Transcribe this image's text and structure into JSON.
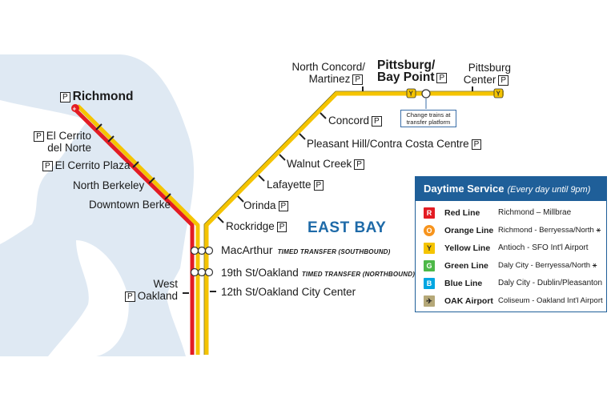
{
  "colors": {
    "red_line": "#e31c23",
    "yellow_line": "#f5c400",
    "water": "#dfe9f3",
    "brand_blue": "#1f5f99"
  },
  "stations": {
    "richmond": "Richmond",
    "el_cerrito_del_norte": [
      "El Cerrito",
      "del Norte"
    ],
    "el_cerrito_plaza": "El Cerrito Plaza",
    "north_berkeley": "North Berkeley",
    "downtown_berkeley": "Downtown Berke",
    "north_concord": [
      "North Concord/",
      "Martinez"
    ],
    "pittsburg_bay_point": [
      "Pittsburg/",
      "Bay Point"
    ],
    "pittsburg_center": [
      "Pittsburg",
      "Center"
    ],
    "concord": "Concord",
    "pleasant_hill": "Pleasant Hill/Contra Costa Centre",
    "walnut_creek": "Walnut Creek",
    "lafayette": "Lafayette",
    "orinda": "Orinda",
    "rockridge": "Rockridge",
    "macarthur": "MacArthur",
    "macarthur_transfer": "TIMED TRANSFER (SOUTHBOUND)",
    "nineteenth_st": "19th St/Oakland",
    "nineteenth_transfer": "TIMED TRANSFER (NORTHBOUND)",
    "twelfth_st": "12th St/Oakland City Center",
    "west_oakland": [
      "West",
      "Oakland"
    ]
  },
  "parking_symbol": "P",
  "region_label": "EAST BAY",
  "transfer_note": [
    "Change trains at",
    "transfer platform"
  ],
  "legend": {
    "title": "Daytime Service",
    "subtitle": "(Every day until 9pm)",
    "rows": [
      {
        "badge": "R",
        "name": "Red Line",
        "route": "Richmond – Millbrae",
        "color": "#e31c23"
      },
      {
        "badge": "O",
        "name": "Orange Line",
        "route": "Richmond - Berryessa/North ⚹",
        "color": "#f7941d"
      },
      {
        "badge": "Y",
        "name": "Yellow Line",
        "route": "Antioch - SFO Int'l Airport",
        "color": "#f5c400"
      },
      {
        "badge": "G",
        "name": "Green Line",
        "route": "Daly City - Berryessa/North ⚹",
        "color": "#4db848"
      },
      {
        "badge": "B",
        "name": "Blue Line",
        "route": "Daly City - Dublin/Pleasanton",
        "color": "#00a6e1"
      },
      {
        "badge": "✈",
        "name": "OAK Airport",
        "route": "Coliseum - Oakland Int'l Airport",
        "color": "#b5a878"
      }
    ]
  }
}
